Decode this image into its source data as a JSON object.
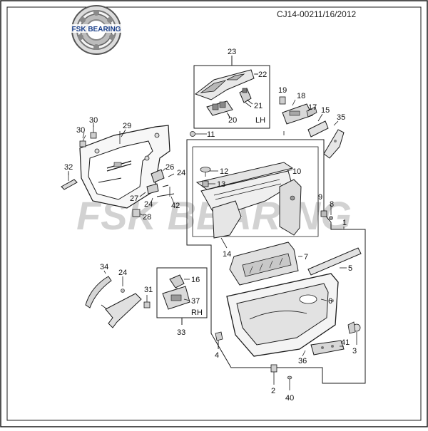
{
  "header": {
    "drawing_code": "CJ14-002",
    "date": "11/16/2012"
  },
  "logo": {
    "brand": "FSK BEARING"
  },
  "watermark": {
    "text": "FSK BEARING"
  },
  "group_labels": {
    "lh": "LH",
    "rh": "RH"
  },
  "callouts": [
    "1",
    "2",
    "3",
    "4",
    "5",
    "6",
    "7",
    "8",
    "9",
    "10",
    "11",
    "12",
    "13",
    "14",
    "15",
    "16",
    "17",
    "18",
    "19",
    "20",
    "21",
    "22",
    "23",
    "24",
    "24",
    "24",
    "26",
    "27",
    "28",
    "29",
    "30",
    "30",
    "31",
    "32",
    "33",
    "34",
    "35",
    "36",
    "37",
    "40",
    "41",
    "42"
  ],
  "colors": {
    "line": "#1a1a1a",
    "part_fill": "#f2f2f2",
    "part_shade": "#c8c8c8",
    "watermark": "#c4c4c4"
  }
}
